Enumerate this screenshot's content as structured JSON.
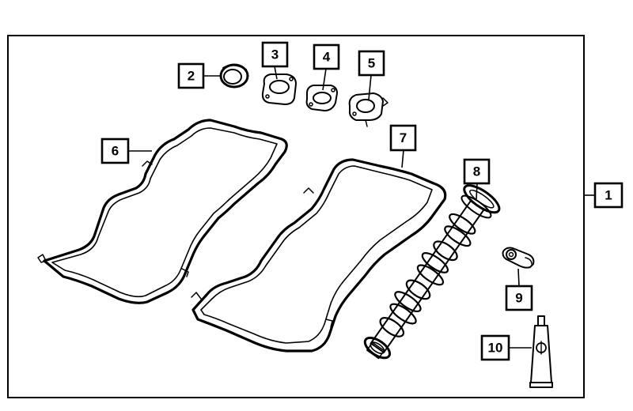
{
  "callouts": [
    {
      "id": "1",
      "part": "kit"
    },
    {
      "id": "2",
      "part": "seal"
    },
    {
      "id": "3",
      "part": "gasket"
    },
    {
      "id": "4",
      "part": "gasket"
    },
    {
      "id": "5",
      "part": "gasket"
    },
    {
      "id": "6",
      "part": "valve-cover-gasket"
    },
    {
      "id": "7",
      "part": "valve-cover-gasket"
    },
    {
      "id": "8",
      "part": "camshaft"
    },
    {
      "id": "9",
      "part": "rocker-arm"
    },
    {
      "id": "10",
      "part": "sealant-tube"
    }
  ],
  "colors": {
    "line": "#000000",
    "background": "#ffffff"
  }
}
